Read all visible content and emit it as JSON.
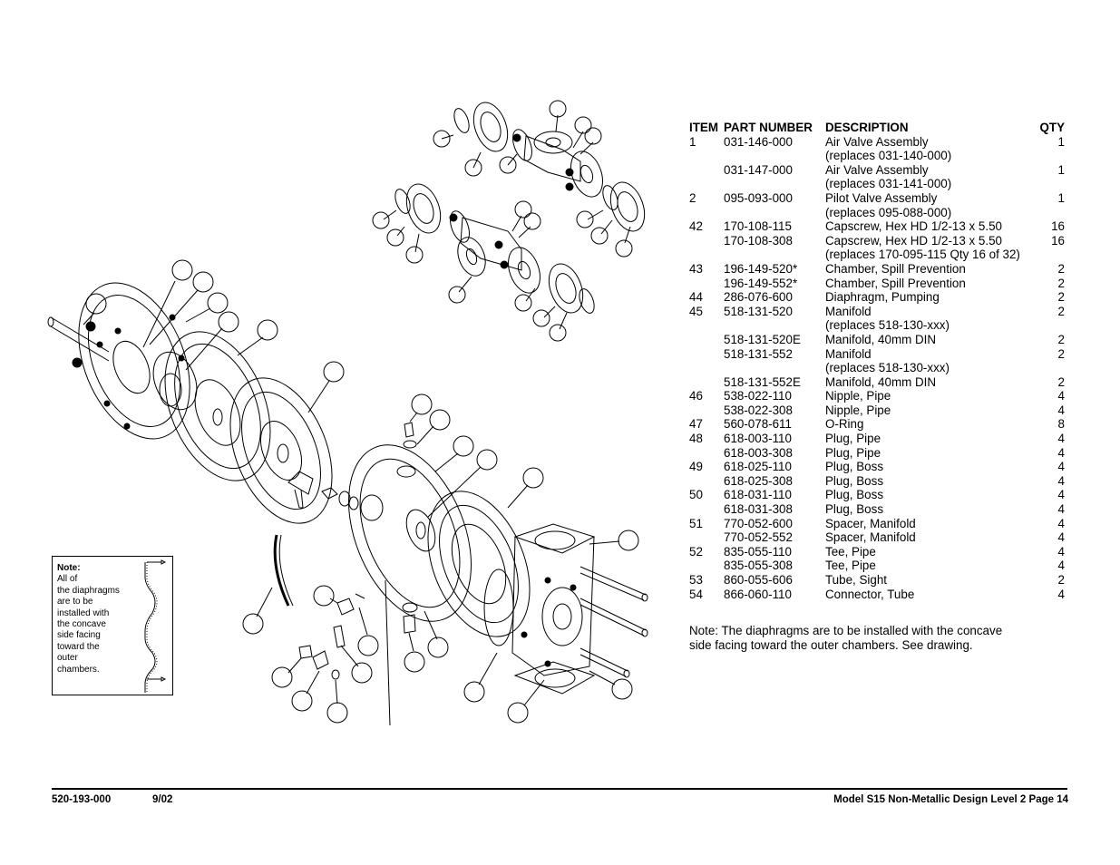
{
  "table": {
    "headers": {
      "item": "ITEM",
      "part": "PART NUMBER",
      "desc": "DESCRIPTION",
      "qty": "QTY"
    },
    "rows": [
      {
        "item": "1",
        "part": "031-146-000",
        "desc": "Air Valve Assembly",
        "qty": "1"
      },
      {
        "item": "",
        "part": "",
        "desc": "(replaces 031-140-000)",
        "qty": ""
      },
      {
        "item": "",
        "part": "031-147-000",
        "desc": "Air Valve Assembly",
        "qty": "1"
      },
      {
        "item": "",
        "part": "",
        "desc": "(replaces  031-141-000)",
        "qty": ""
      },
      {
        "item": "2",
        "part": "095-093-000",
        "desc": "Pilot Valve Assembly",
        "qty": "1"
      },
      {
        "item": "",
        "part": "",
        "desc": "(replaces  095-088-000)",
        "qty": ""
      },
      {
        "item": "42",
        "part": "170-108-115",
        "desc": "Capscrew, Hex HD 1/2-13 x 5.50",
        "qty": "16"
      },
      {
        "item": "",
        "part": "170-108-308",
        "desc": "Capscrew, Hex HD 1/2-13 x 5.50",
        "qty": "16"
      },
      {
        "item": "",
        "part": "",
        "desc": "(replaces 170-095-115 Qty 16 of 32)",
        "qty": ""
      },
      {
        "item": "43",
        "part": "196-149-520*",
        "desc": "Chamber,  Spill  Prevention",
        "qty": "2"
      },
      {
        "item": "",
        "part": "196-149-552*",
        "desc": "Chamber,  Spill  Prevention",
        "qty": "2"
      },
      {
        "item": "44",
        "part": "286-076-600",
        "desc": "Diaphragm,  Pumping",
        "qty": "2"
      },
      {
        "item": "45",
        "part": "518-131-520",
        "desc": "Manifold",
        "qty": "2"
      },
      {
        "item": "",
        "part": "",
        "desc": "(replaces  518-130-xxx)",
        "qty": ""
      },
      {
        "item": "",
        "part": "518-131-520E",
        "desc": "Manifold,  40mm  DIN",
        "qty": "2"
      },
      {
        "item": "",
        "part": "518-131-552",
        "desc": "Manifold",
        "qty": "2"
      },
      {
        "item": "",
        "part": "",
        "desc": "(replaces  518-130-xxx)",
        "qty": ""
      },
      {
        "item": "",
        "part": "518-131-552E",
        "desc": "Manifold,  40mm  DIN",
        "qty": "2"
      },
      {
        "item": "46",
        "part": "538-022-110",
        "desc": "Nipple,  Pipe",
        "qty": "4"
      },
      {
        "item": "",
        "part": "538-022-308",
        "desc": "Nipple,  Pipe",
        "qty": "4"
      },
      {
        "item": "47",
        "part": "560-078-611",
        "desc": "O-Ring",
        "qty": "8"
      },
      {
        "item": "48",
        "part": "618-003-110",
        "desc": "Plug,  Pipe",
        "qty": "4"
      },
      {
        "item": "",
        "part": "618-003-308",
        "desc": "Plug,  Pipe",
        "qty": "4"
      },
      {
        "item": "49",
        "part": "618-025-110",
        "desc": "Plug,  Boss",
        "qty": "4"
      },
      {
        "item": "",
        "part": "618-025-308",
        "desc": "Plug,  Boss",
        "qty": "4"
      },
      {
        "item": "50",
        "part": "618-031-110",
        "desc": "Plug,  Boss",
        "qty": "4"
      },
      {
        "item": "",
        "part": "618-031-308",
        "desc": "Plug,  Boss",
        "qty": "4"
      },
      {
        "item": "51",
        "part": "770-052-600",
        "desc": "Spacer,  Manifold",
        "qty": "4"
      },
      {
        "item": "",
        "part": "770-052-552",
        "desc": "Spacer,  Manifold",
        "qty": "4"
      },
      {
        "item": "52",
        "part": "835-055-110",
        "desc": "Tee,  Pipe",
        "qty": "4"
      },
      {
        "item": "",
        "part": "835-055-308",
        "desc": "Tee,  Pipe",
        "qty": "4"
      },
      {
        "item": "53",
        "part": "860-055-606",
        "desc": "Tube,  Sight",
        "qty": "2"
      },
      {
        "item": "54",
        "part": "866-060-110",
        "desc": "Connector,  Tube",
        "qty": "4"
      }
    ]
  },
  "bottom_note": {
    "line1": "Note: The diaphragms are to be installed with the concave",
    "line2": "side facing toward the outer chambers. See drawing."
  },
  "note_box": {
    "label": "Note:",
    "lines": [
      "All  of",
      "the diaphragms",
      "are  to be",
      "installed with",
      "the  concave",
      "side  facing",
      "toward the",
      "outer",
      "chambers."
    ]
  },
  "footer": {
    "doc_number": "520-193-000",
    "date": "9/02",
    "page_info": "Model S15 Non-Metallic Design Level 2 Page 14"
  }
}
